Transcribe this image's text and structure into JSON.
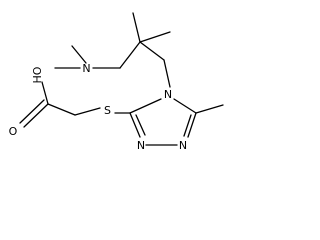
{
  "molecule": {
    "atoms": {
      "dimethylamino_n": "N",
      "ring_n4": "N",
      "ring_n1": "N",
      "ring_n2": "N",
      "thioether_s": "S",
      "hydroxyl": "HO",
      "carbonyl_o": "O"
    },
    "colors": {
      "bond": "#000000",
      "label": "#000000",
      "background": "#ffffff"
    }
  }
}
